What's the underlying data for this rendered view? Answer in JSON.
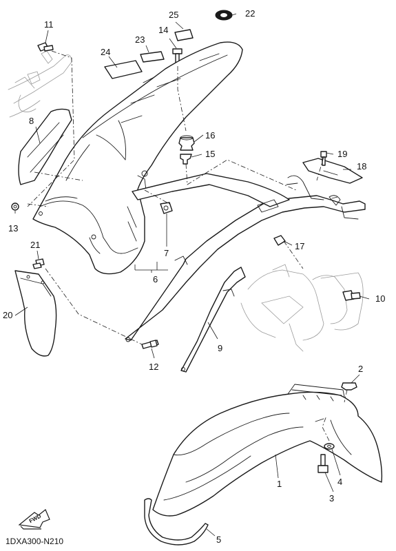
{
  "diagram": {
    "drawing_code": "1DXA300-N210",
    "fwd_label": "FWD",
    "callouts": [
      "1",
      "2",
      "3",
      "4",
      "5",
      "6",
      "7",
      "8",
      "9",
      "10",
      "11",
      "12",
      "13",
      "14",
      "15",
      "16",
      "17",
      "18",
      "19",
      "20",
      "21",
      "22",
      "23",
      "24",
      "25"
    ]
  }
}
